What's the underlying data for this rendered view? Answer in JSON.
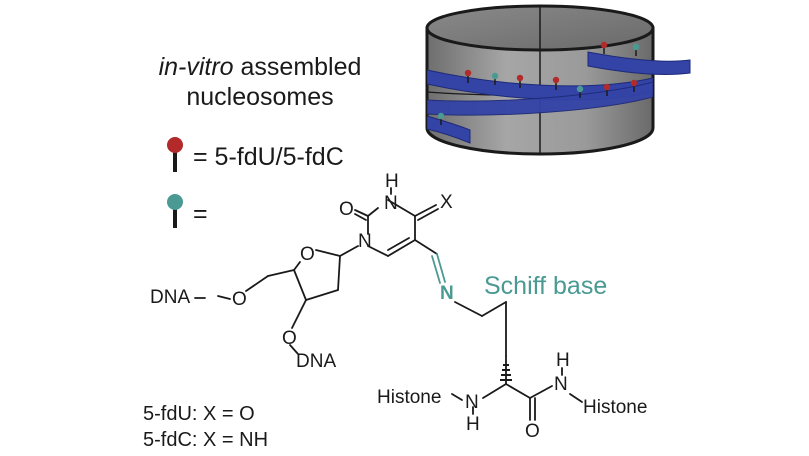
{
  "legend": {
    "title_italic": "in-vitro",
    "title_line1_rest": " assembled",
    "title_line2": "nucleosomes",
    "red_pin_text": "= 5-fdU/5-fdC",
    "teal_pin_text": "="
  },
  "structure": {
    "atoms": {
      "n3_h": "H",
      "n3": "N",
      "c2_o": "O",
      "x": "X",
      "n1": "N",
      "ring_o": "O",
      "o5": "O",
      "dna5": "DNA",
      "o3": "O",
      "dna3": "DNA",
      "imine_n": "N",
      "histone_left": "Histone",
      "amide_n_left": "N",
      "amide_h_left": "H",
      "amide_o": "O",
      "amide_h_right": "H",
      "amide_n_right": "N",
      "histone_right": "Histone"
    },
    "schiff_base_label": "Schiff base"
  },
  "caption": {
    "line1": "5-fdU: X = O",
    "line2": "5-fdC: X = NH"
  },
  "colors": {
    "red_pin": "#b22a2a",
    "teal_pin": "#4a9a93",
    "dna_ribbon": "#3343a6",
    "histone_core": "#8a8a8a",
    "bond": "#1a1a1a"
  }
}
